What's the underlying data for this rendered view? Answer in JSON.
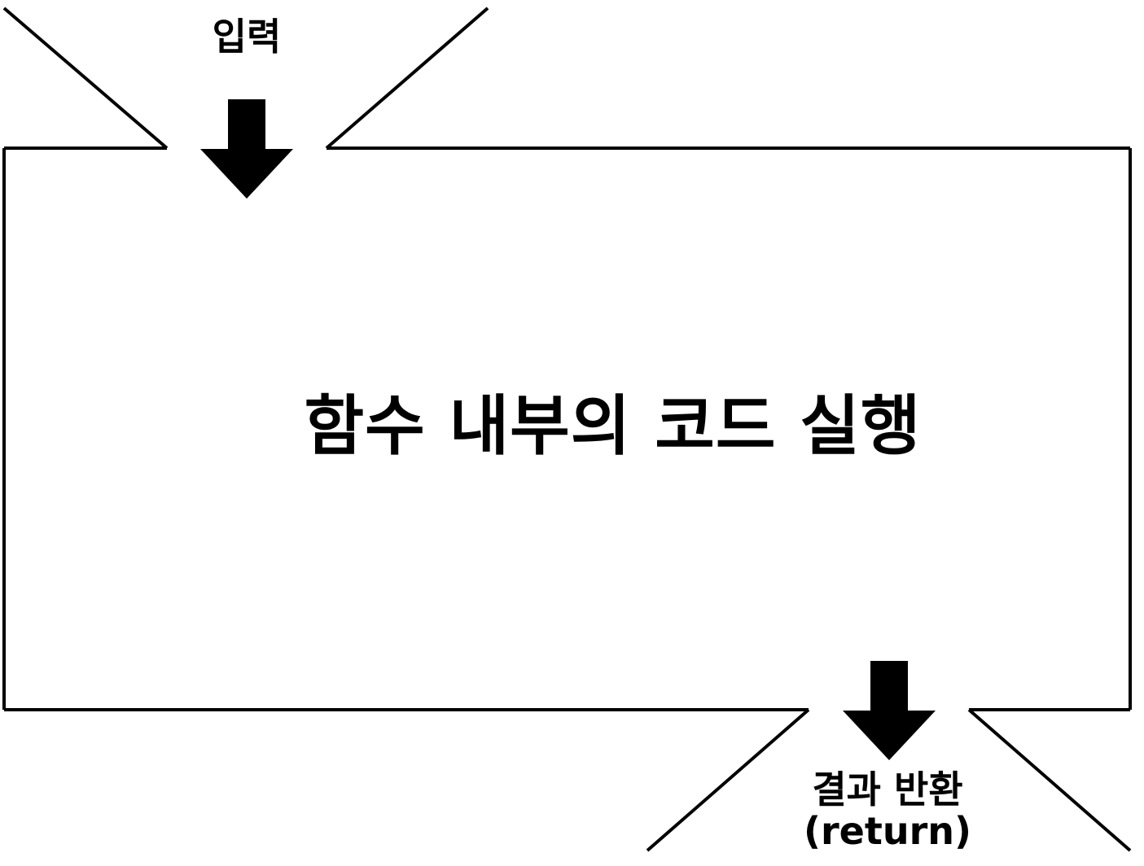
{
  "diagram": {
    "input_label": "입력",
    "center_text": "함수 내부의 코드 실행",
    "output_label_line1": "결과 반환",
    "output_label_line2": "(return)",
    "line_color": "#000000",
    "background_color": "#ffffff"
  }
}
